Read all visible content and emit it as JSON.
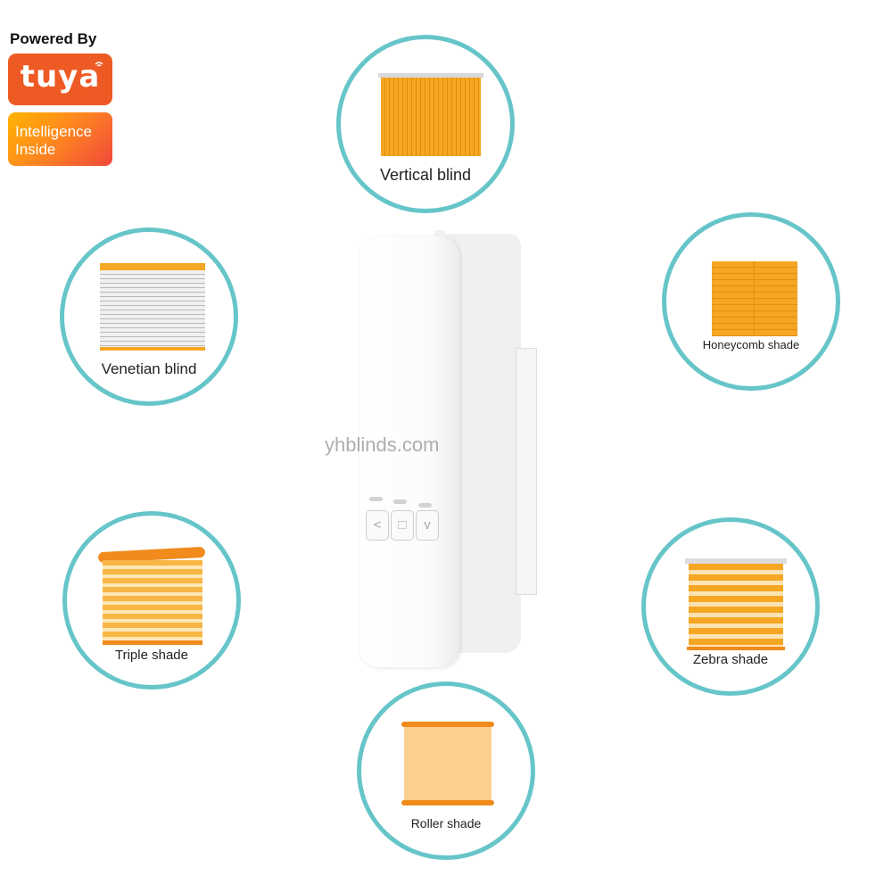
{
  "branding": {
    "powered_by": "Powered By",
    "brand": "tuya",
    "badge_line1": "Intelligence",
    "badge_line2": "Inside"
  },
  "shade_types": {
    "vertical_blind": "Vertical blind",
    "venetian_blind": "Venetian blind",
    "honeycomb_shade": "Honeycomb shade",
    "triple_shade": "Triple shade",
    "zebra_shade": "Zebra shade",
    "roller_shade": "Roller shade"
  },
  "watermark": "yhblinds.com",
  "device": {
    "buttons": [
      "<",
      "□",
      "v"
    ]
  },
  "colors": {
    "circle_border": "#66c5c9",
    "shade_orange": "#f5a623",
    "tuya_brand": "#ee5a24"
  }
}
